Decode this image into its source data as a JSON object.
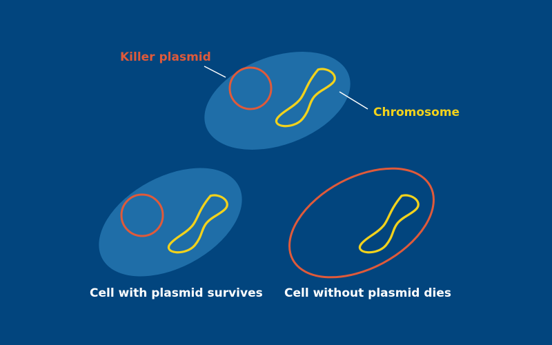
{
  "labels": {
    "killer_plasmid": "Killer plasmid",
    "chromosome": "Chromosome",
    "caption_survives": "Cell with plasmid survives",
    "caption_dies": "Cell without plasmid dies"
  },
  "colors": {
    "background": "#02457e",
    "cell_fill": "#1f6ea8",
    "plasmid": "#e05a3a",
    "chromosome": "#f2d21c",
    "leader_line": "#ffffff",
    "caption_text": "#ffffff"
  }
}
